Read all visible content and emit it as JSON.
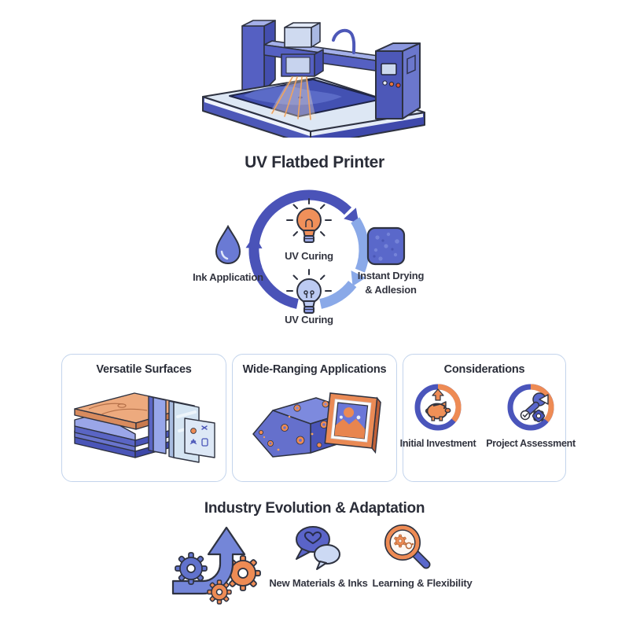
{
  "title": "UV Flatbed Printer",
  "cycle": {
    "ink_label": "Ink Application",
    "uv_top_label": "UV Curing",
    "drying_line1": "Instant Drying",
    "drying_line2": "& Adlesion",
    "uv_bottom_label": "UV Curing"
  },
  "cards": {
    "surfaces": {
      "title": "Versatile Surfaces"
    },
    "applications": {
      "title": "Wide-Ranging Applications"
    },
    "considerations": {
      "title": "Considerations",
      "items": [
        {
          "label": "Initial Investment"
        },
        {
          "label": "Project Assessment"
        }
      ]
    }
  },
  "evolution": {
    "title": "Industry Evolution & Adaptation",
    "materials_label": "New Materials & Inks",
    "learning_label": "Learning & Flexibility"
  },
  "colors": {
    "indigo": "#4a53b8",
    "indigo_dark": "#434eae",
    "periwinkle": "#7486d8",
    "light_arc": "#8aa9e8",
    "pale_blue": "#ccd9f0",
    "bed_top": "#dde7f4",
    "orange": "#ee8b54",
    "outline": "#2e3240",
    "text": "#2c2f3a",
    "card_border": "#c3d4ec"
  }
}
